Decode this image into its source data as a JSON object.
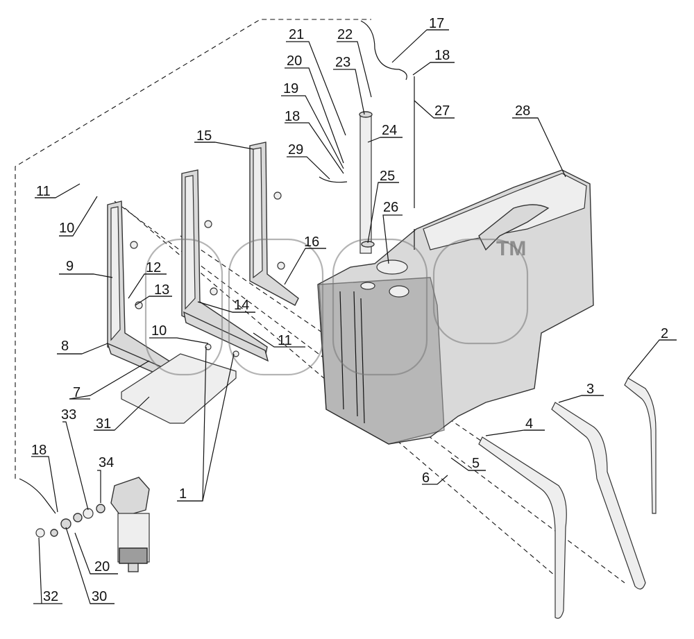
{
  "watermark": {
    "text": "TM"
  },
  "labels": [
    {
      "id": "l1",
      "text": "1"
    },
    {
      "id": "l2",
      "text": "2"
    },
    {
      "id": "l3",
      "text": "3"
    },
    {
      "id": "l4",
      "text": "4"
    },
    {
      "id": "l5",
      "text": "5"
    },
    {
      "id": "l6",
      "text": "6"
    },
    {
      "id": "l7",
      "text": "7"
    },
    {
      "id": "l8",
      "text": "8"
    },
    {
      "id": "l9",
      "text": "9"
    },
    {
      "id": "l10a",
      "text": "10"
    },
    {
      "id": "l10b",
      "text": "10"
    },
    {
      "id": "l11a",
      "text": "11"
    },
    {
      "id": "l11b",
      "text": "11"
    },
    {
      "id": "l12",
      "text": "12"
    },
    {
      "id": "l13",
      "text": "13"
    },
    {
      "id": "l14",
      "text": "14"
    },
    {
      "id": "l15",
      "text": "15"
    },
    {
      "id": "l16",
      "text": "16"
    },
    {
      "id": "l17",
      "text": "17"
    },
    {
      "id": "l18a",
      "text": "18"
    },
    {
      "id": "l18b",
      "text": "18"
    },
    {
      "id": "l18c",
      "text": "18"
    },
    {
      "id": "l19",
      "text": "19"
    },
    {
      "id": "l20a",
      "text": "20"
    },
    {
      "id": "l20b",
      "text": "20"
    },
    {
      "id": "l21",
      "text": "21"
    },
    {
      "id": "l22",
      "text": "22"
    },
    {
      "id": "l23",
      "text": "23"
    },
    {
      "id": "l24",
      "text": "24"
    },
    {
      "id": "l25",
      "text": "25"
    },
    {
      "id": "l26",
      "text": "26"
    },
    {
      "id": "l27",
      "text": "27"
    },
    {
      "id": "l28",
      "text": "28"
    },
    {
      "id": "l29",
      "text": "29"
    },
    {
      "id": "l30",
      "text": "30"
    },
    {
      "id": "l31",
      "text": "31"
    },
    {
      "id": "l32",
      "text": "32"
    },
    {
      "id": "l33",
      "text": "33"
    },
    {
      "id": "l34",
      "text": "34"
    }
  ]
}
